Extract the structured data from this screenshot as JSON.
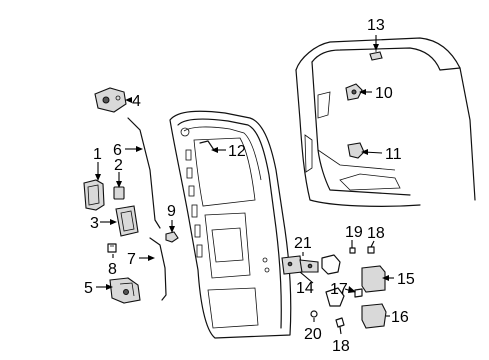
{
  "callouts": {
    "c1": "1",
    "c2": "2",
    "c3": "3",
    "c4": "4",
    "c5": "5",
    "c6": "6",
    "c7": "7",
    "c8": "8",
    "c9": "9",
    "c10": "10",
    "c11": "11",
    "c12": "12",
    "c13": "13",
    "c14": "14",
    "c15": "15",
    "c16": "16",
    "c17": "17",
    "c18a": "18",
    "c18b": "18",
    "c19": "19",
    "c20": "20",
    "c21": "21"
  }
}
